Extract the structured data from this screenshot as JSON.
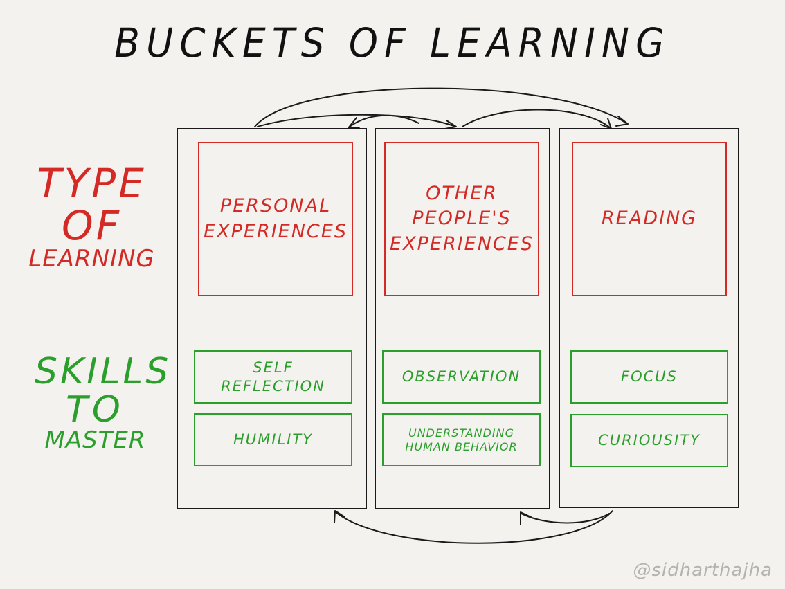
{
  "title": "BUCKETS OF LEARNING",
  "row_labels": {
    "type": [
      "TYPE",
      "OF",
      "LEARNING"
    ],
    "skills": [
      "SKILLS",
      "TO",
      "MASTER"
    ]
  },
  "buckets": [
    {
      "type": "PERSONAL EXPERIENCES",
      "skills": [
        "SELF REFLECTION",
        "HUMILITY"
      ]
    },
    {
      "type": "OTHER PEOPLE'S EXPERIENCES",
      "skills": [
        "OBSERVATION",
        "UNDERSTANDING HUMAN BEHAVIOR"
      ]
    },
    {
      "type": "READING",
      "skills": [
        "FOCUS",
        "CURIOUSITY"
      ]
    }
  ],
  "watermark": "@sidharthajha",
  "colors": {
    "ink": "#1a1a1a",
    "type": "#d32a26",
    "skills": "#2b9f2b",
    "background": "#f4f2ef"
  }
}
